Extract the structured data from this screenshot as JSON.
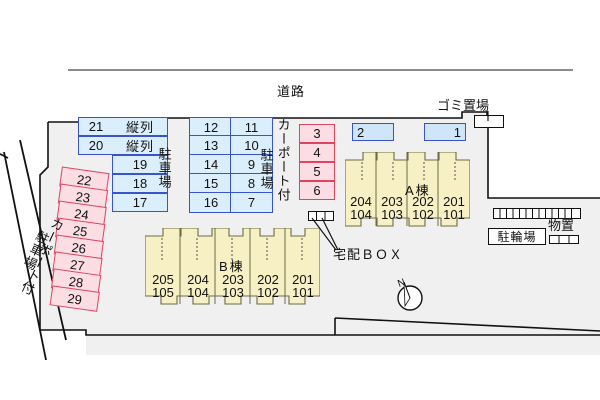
{
  "title": "apartment-site-plan",
  "road": {
    "label": "道路"
  },
  "trash": {
    "label": "ゴミ置場"
  },
  "delivery": {
    "label": "宅配ＢＯＸ"
  },
  "bicycle": {
    "label": "駐輪場"
  },
  "storage": {
    "label": "物置"
  },
  "compass": {
    "label": "N"
  },
  "labels": {
    "parking": "駐車場",
    "carport": "カーポート付",
    "tandem": "縦列"
  },
  "parking_groups": [
    {
      "name": "tandem-block",
      "note": "縦列",
      "rows": [
        {
          "number": "21",
          "note": "縦列"
        },
        {
          "number": "20",
          "note": "縦列"
        }
      ],
      "stack": [
        "19",
        "18",
        "17"
      ]
    },
    {
      "name": "center-grid",
      "columns": 2,
      "cells": [
        [
          "12",
          "11"
        ],
        [
          "13",
          "10"
        ],
        [
          "14",
          "9"
        ],
        [
          "15",
          "8"
        ],
        [
          "16",
          "7"
        ]
      ]
    },
    {
      "name": "carport-right",
      "type": "carport",
      "stack": [
        "3",
        "4",
        "5",
        "6"
      ]
    },
    {
      "name": "carport-left",
      "type": "carport",
      "stack": [
        "22",
        "23",
        "24",
        "25",
        "26",
        "27",
        "28",
        "29"
      ]
    },
    {
      "name": "road-front",
      "stalls": [
        "2",
        "1"
      ]
    }
  ],
  "buildings": [
    {
      "name": "A棟",
      "units": [
        {
          "upper": "204",
          "lower": "104"
        },
        {
          "upper": "203",
          "lower": "103"
        },
        {
          "upper": "202",
          "lower": "102"
        },
        {
          "upper": "201",
          "lower": "101"
        }
      ]
    },
    {
      "name": "B棟",
      "units": [
        {
          "upper": "205",
          "lower": "105"
        },
        {
          "upper": "204",
          "lower": "104"
        },
        {
          "upper": "203",
          "lower": "103"
        },
        {
          "upper": "202",
          "lower": "102"
        },
        {
          "upper": "201",
          "lower": "101"
        }
      ]
    }
  ],
  "colors": {
    "blue_fill": "#dbeefb",
    "blue_border": "#3a53c8",
    "red_fill": "#fbdde3",
    "red_border": "#e0445f",
    "building_fill": "#f6f0c4",
    "building_border": "#8a8a55",
    "site_fill": "#f0f0f0",
    "road_line": "#8c8c8c"
  }
}
